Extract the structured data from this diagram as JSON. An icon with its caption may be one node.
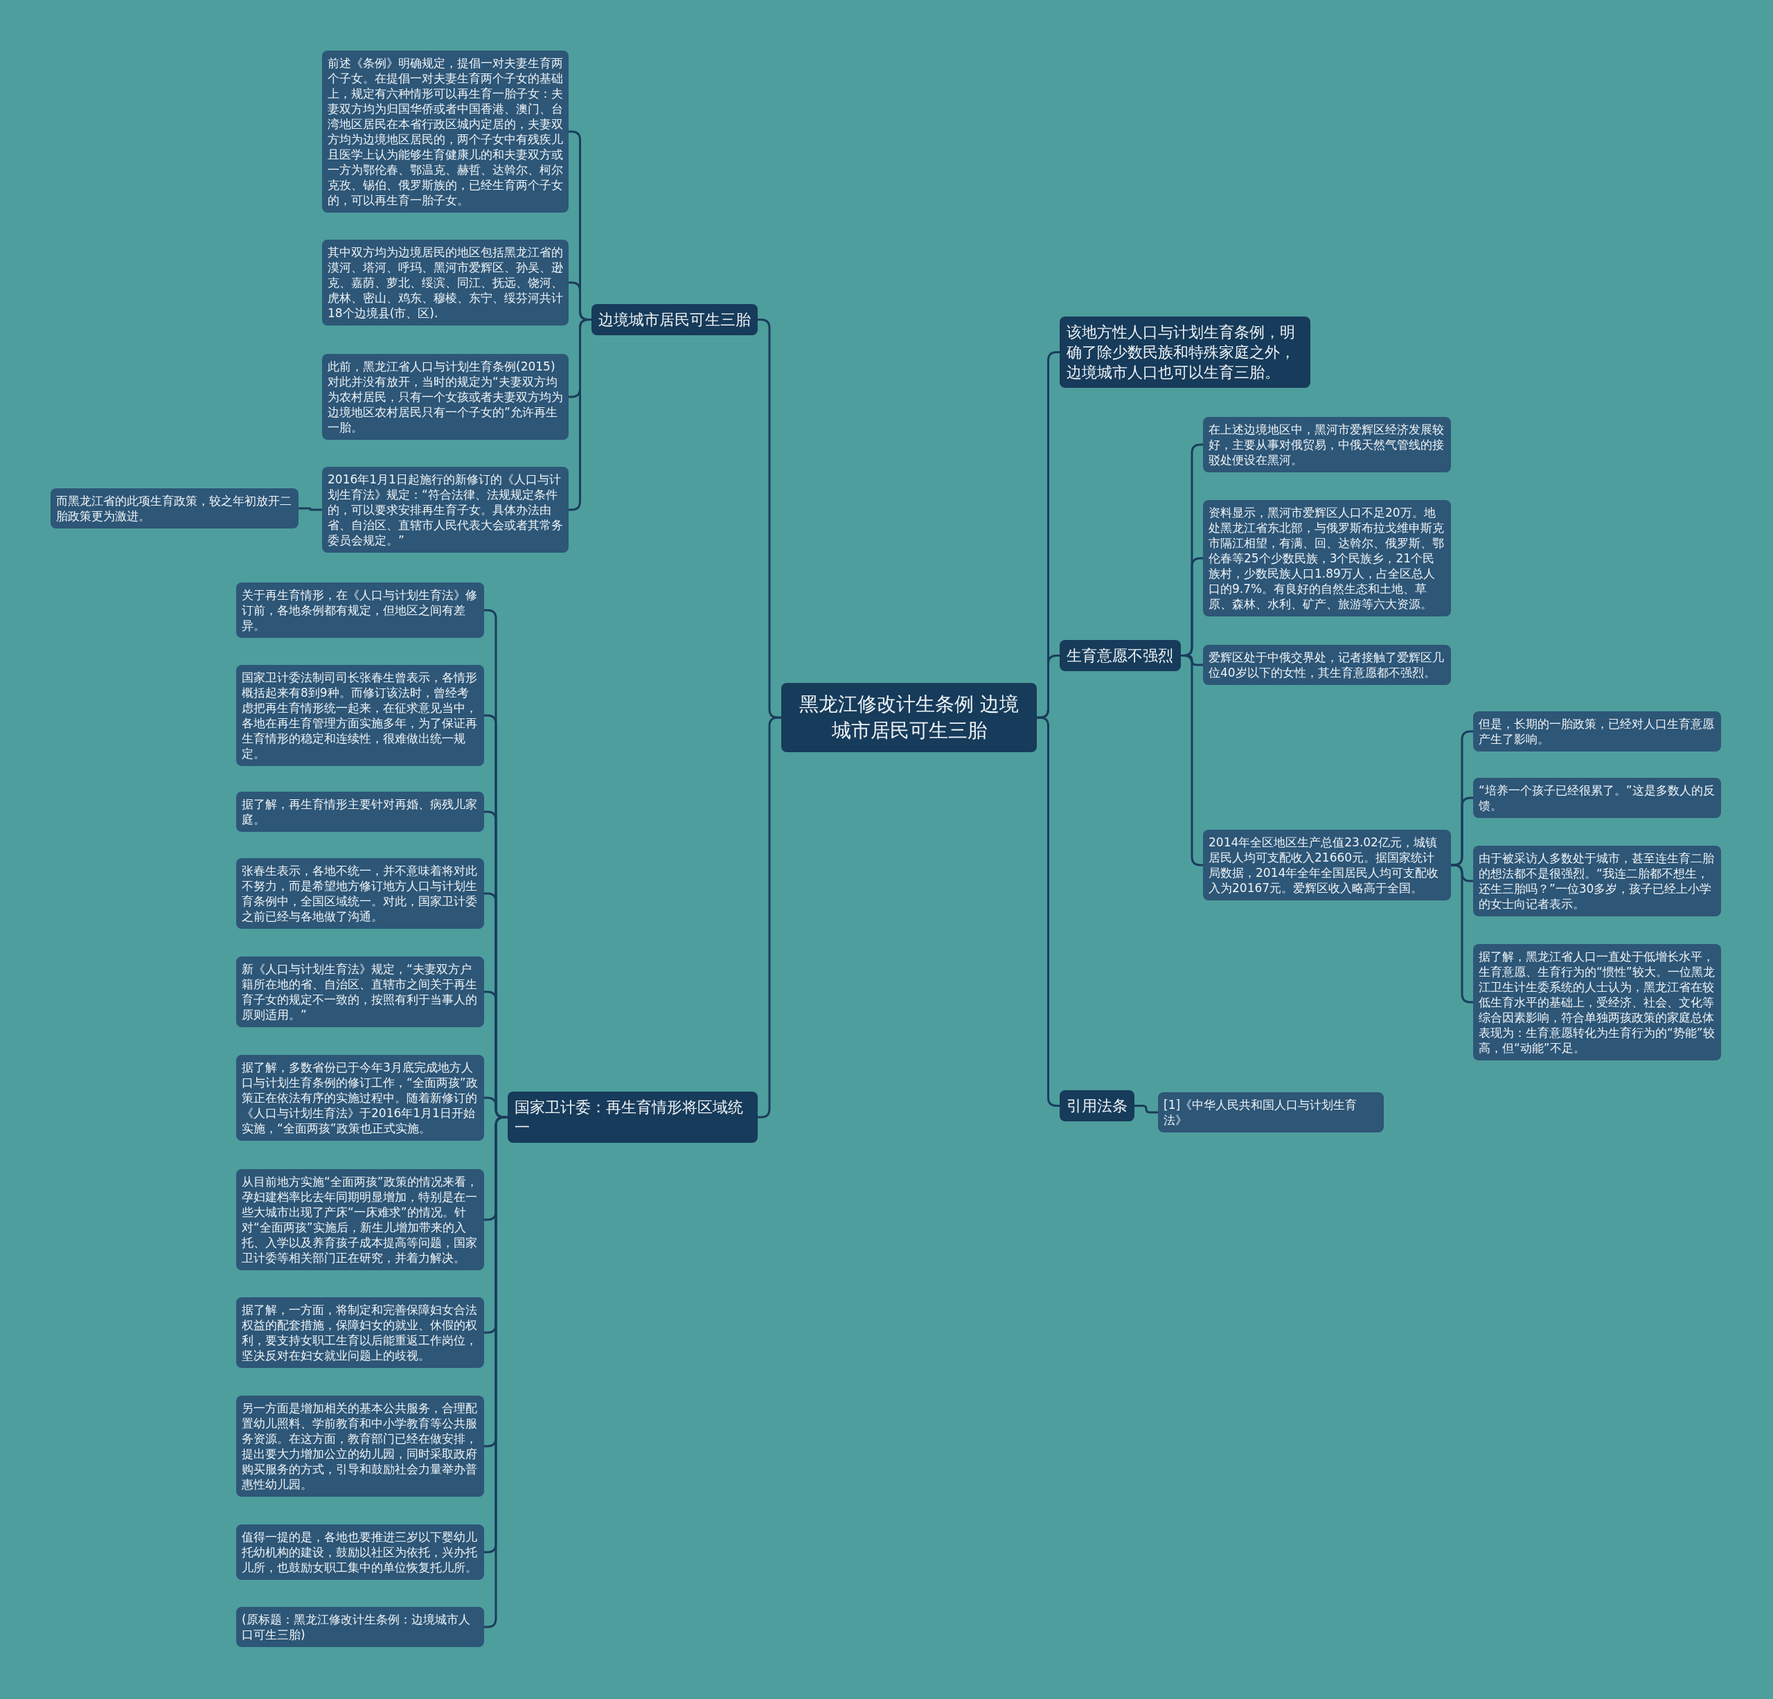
{
  "diagram": {
    "nodes": [
      {
        "text": [
          "黑龙江修改计生条例 边境城市居民可生三胎"
        ]
      },
      {
        "text": [
          "边境城市居民可生三胎"
        ]
      },
      {
        "text": [
          "前述《条例》明确规定，提倡一对夫妻生育两个子女。在提倡一对夫妻生育两个子女的基础上，规定有六种情形可以再生育一胎子女：夫妻双方均为归国华侨或者中国香港、澳门、台湾地区居民在本省行政区城内定居的，夫妻双方均为边境地区居民的，两个子女中有残疾儿且医学上认为能够生育健康儿的和夫妻双方或一方为鄂伦春、鄂温克、赫哲、达斡尔、柯尔克孜、锡伯、俄罗斯族的，已经生育两个子女的，可以再生育一胎子女。"
        ]
      },
      {
        "text": [
          "其中双方均为边境居民的地区包括黑龙江省的漠河、塔河、呼玛、黑河市爱辉区、孙吴、逊克、嘉荫、萝北、绥滨、同江、抚远、饶河、虎林、密山、鸡东、穆棱、东宁、绥芬河共计18个边境县(市、区)."
        ]
      },
      {
        "text": [
          "此前，黑龙江省人口与计划生育条例(2015)对此并没有放开，当时的规定为“夫妻双方均为农村居民，只有一个女孩或者夫妻双方均为边境地区农村居民只有一个子女的”允许再生一胎。"
        ]
      },
      {
        "text": [
          "2016年1月1日起施行的新修订的《人口与计划生育法》规定：“符合法律、法规规定条件的，可以要求安排再生育子女。具体办法由省、自治区、直辖市人民代表大会或者其常务委员会规定。”"
        ]
      },
      {
        "text": [
          "而黑龙江省的此项生育政策，较之年初放开二胎政策更为激进。"
        ]
      },
      {
        "text": [
          "国家卫计委：再生育情形将区域统一"
        ]
      },
      {
        "text": [
          "关于再生育情形，在《人口与计划生育法》修订前，各地条例都有规定，但地区之间有差异。"
        ]
      },
      {
        "text": [
          "国家卫计委法制司司长张春生曾表示，各情形概括起来有8到9种。而修订该法时，曾经考虑把再生育情形统一起来，在征求意见当中，各地在再生育管理方面实施多年，为了保证再生育情形的稳定和连续性，很难做出统一规定。"
        ]
      },
      {
        "text": [
          "据了解，再生育情形主要针对再婚、病残儿家庭。"
        ]
      },
      {
        "text": [
          "张春生表示，各地不统一，并不意味着将对此不努力，而是希望地方修订地方人口与计划生育条例中，全国区域统一。对此，国家卫计委之前已经与各地做了沟通。"
        ]
      },
      {
        "text": [
          "新《人口与计划生育法》规定，“夫妻双方户籍所在地的省、自治区、直辖市之间关于再生育子女的规定不一致的，按照有利于当事人的原则适用。”"
        ]
      },
      {
        "text": [
          "据了解，多数省份已于今年3月底完成地方人口与计划生育条例的修订工作，“全面两孩”政策正在依法有序的实施过程中。随着新修订的《人口与计划生育法》于2016年1月1日开始实施，“全面两孩”政策也正式实施。"
        ]
      },
      {
        "text": [
          "从目前地方实施“全面两孩”政策的情况来看，孕妇建档率比去年同期明显增加，特别是在一些大城市出现了产床“一床难求”的情况。针对“全面两孩”实施后，新生儿增加带来的入托、入学以及养育孩子成本提高等问题，国家卫计委等相关部门正在研究，并着力解决。"
        ]
      },
      {
        "text": [
          "据了解，一方面，将制定和完善保障妇女合法权益的配套措施，保障妇女的就业、休假的权利，要支持女职工生育以后能重返工作岗位，坚决反对在妇女就业问题上的歧视。"
        ]
      },
      {
        "text": [
          "另一方面是增加相关的基本公共服务，合理配置幼儿照料、学前教育和中小学教育等公共服务资源。在这方面，教育部门已经在做安排，提出要大力增加公立的幼儿园，同时采取政府购买服务的方式，引导和鼓励社会力量举办普惠性幼儿园。"
        ]
      },
      {
        "text": [
          "值得一提的是，各地也要推进三岁以下婴幼儿托幼机构的建设，鼓励以社区为依托，兴办托儿所，也鼓励女职工集中的单位恢复托儿所。"
        ]
      },
      {
        "text": [
          "(原标题：黑龙江修改计生条例：边境城市人口可生三胎)"
        ]
      },
      {
        "text": [
          "该地方性人口与计划生育条例，明确了除少数民族和特殊家庭之外，边境城市人口也可以生育三胎。"
        ]
      },
      {
        "text": [
          "生育意愿不强烈"
        ]
      },
      {
        "text": [
          "在上述边境地区中，黑河市爱辉区经济发展较好，主要从事对俄贸易，中俄天然气管线的接驳处便设在黑河。"
        ]
      },
      {
        "text": [
          "资料显示，黑河市爱辉区人口不足20万。地处黑龙江省东北部，与俄罗斯布拉戈维申斯克市隔江相望，有满、回、达斡尔、俄罗斯、鄂伦春等25个少数民族，3个民族乡，21个民族村，少数民族人口1.89万人，占全区总人口的9.7%。有良好的自然生态和土地、草原、森林、水利、矿产、旅游等六大资源。"
        ]
      },
      {
        "text": [
          "爱辉区处于中俄交界处，记者接触了爱辉区几位40岁以下的女性，其生育意愿都不强烈。"
        ]
      },
      {
        "text": [
          "2014年全区地区生产总值23.02亿元，城镇居民人均可支配收入21660元。据国家统计局数据，2014年全年全国居民人均可支配收入为20167元。爱辉区收入略高于全国。"
        ]
      },
      {
        "text": [
          "但是，长期的一胎政策，已经对人口生育意愿产生了影响。"
        ]
      },
      {
        "text": [
          "“培养一个孩子已经很累了。”这是多数人的反馈。"
        ]
      },
      {
        "text": [
          "由于被采访人多数处于城市，甚至连生育二胎的想法都不是很强烈。“我连二胎都不想生，还生三胎吗？”一位30多岁，孩子已经上小学的女士向记者表示。"
        ]
      },
      {
        "text": [
          "据了解，黑龙江省人口一直处于低增长水平，生育意愿、生育行为的“惯性”较大。一位黑龙江卫生计生委系统的人士认为，黑龙江省在较低生育水平的基础上，受经济、社会、文化等综合因素影响，符合单独两孩政策的家庭总体表现为：生育意愿转化为生育行为的“势能”较高，但“动能”不足。"
        ]
      },
      {
        "text": [
          "引用法条"
        ]
      },
      {
        "text": [
          "[1]《中华人民共和国人口与计划生育法》"
        ]
      }
    ],
    "edges": [
      {
        "from": 0,
        "to": 1,
        "arrow": "none"
      },
      {
        "from": 1,
        "to": 2,
        "arrow": "none"
      },
      {
        "from": 1,
        "to": 3,
        "arrow": "none"
      },
      {
        "from": 1,
        "to": 4,
        "arrow": "none"
      },
      {
        "from": 1,
        "to": 5,
        "arrow": "none"
      },
      {
        "from": 5,
        "to": 6,
        "arrow": "none"
      },
      {
        "from": 0,
        "to": 7,
        "arrow": "none"
      },
      {
        "from": 7,
        "to": 8,
        "arrow": "none"
      },
      {
        "from": 7,
        "to": 9,
        "arrow": "none"
      },
      {
        "from": 7,
        "to": 10,
        "arrow": "none"
      },
      {
        "from": 7,
        "to": 11,
        "arrow": "none"
      },
      {
        "from": 7,
        "to": 12,
        "arrow": "none"
      },
      {
        "from": 7,
        "to": 13,
        "arrow": "none"
      },
      {
        "from": 7,
        "to": 14,
        "arrow": "none"
      },
      {
        "from": 7,
        "to": 15,
        "arrow": "none"
      },
      {
        "from": 7,
        "to": 16,
        "arrow": "none"
      },
      {
        "from": 7,
        "to": 17,
        "arrow": "none"
      },
      {
        "from": 7,
        "to": 18,
        "arrow": "none"
      },
      {
        "from": 0,
        "to": 19,
        "arrow": "none"
      },
      {
        "from": 0,
        "to": 20,
        "arrow": "none"
      },
      {
        "from": 20,
        "to": 21,
        "arrow": "none"
      },
      {
        "from": 20,
        "to": 22,
        "arrow": "none"
      },
      {
        "from": 20,
        "to": 23,
        "arrow": "none"
      },
      {
        "from": 20,
        "to": 24,
        "arrow": "none"
      },
      {
        "from": 24,
        "to": 25,
        "arrow": "none"
      },
      {
        "from": 24,
        "to": 26,
        "arrow": "none"
      },
      {
        "from": 24,
        "to": 27,
        "arrow": "none"
      },
      {
        "from": 24,
        "to": 28,
        "arrow": "none"
      },
      {
        "from": 0,
        "to": 29,
        "arrow": "none"
      },
      {
        "from": 29,
        "to": 30,
        "arrow": "none"
      }
    ]
  }
}
